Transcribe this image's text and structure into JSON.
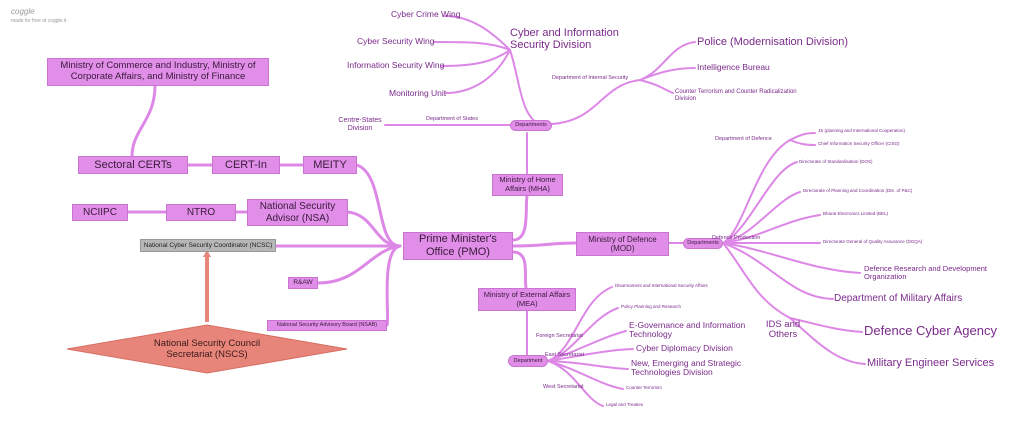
{
  "watermark": {
    "logo": "coggle",
    "tagline": "made for free at coggle.it"
  },
  "colors": {
    "node": "#e08ee8",
    "branch": "#dd88e6",
    "nscs": "#e8857a",
    "ncsc": "#b7b7b7",
    "text": "#7a2a8a"
  },
  "nodes": {
    "pmo": "Prime Minister's Office (PMO)",
    "ministry_commerce": "Ministry of Commerce and Industry, Ministry of Corporate Affairs, and Ministry of Finance",
    "sectoral_certs": "Sectoral CERTs",
    "cert_in": "CERT-In",
    "meity": "MEITY",
    "nciipc": "NCIIPC",
    "ntro": "NTRO",
    "nsa": "National Security Advisor (NSA)",
    "ncsc": "National Cyber Security Coordinator (NCSC)",
    "raw": "R&AW",
    "nsab": "National Security Advisory Board (NSAB)",
    "nscs": "National Security Council Secretariat (NSCS)",
    "mha": "Ministry of Home Affairs (MHA)",
    "mod": "Ministry of Defence (MOD)",
    "mea": "Ministry of External Affairs (MEA)",
    "departments_mha": "Departments",
    "departments_mod": "Departments",
    "department_mea": "Department"
  },
  "mha_branch": {
    "cyber_info_division": "Cyber and Information Security Division",
    "cyber_crime": "Cyber Crime Wing",
    "cyber_security": "Cyber Security Wing",
    "info_security": "Information Security Wing",
    "monitoring": "Monitoring Unit",
    "dept_internal_security": "Department of Internal Security",
    "police": "Police (Modernisation Division)",
    "ib": "Intelligence Bureau",
    "ctcr": "Counter Terrorism and Counter Radicalization Division",
    "dept_states": "Department of States",
    "centre_states": "Centre-States Division"
  },
  "mod_branch": {
    "dept_defence": "Department of Defence",
    "js_planning": "JS (planning and International Cooperation)",
    "ciso": "Chief Information Security Officer (CISO)",
    "dept_defence_production": "Defence Production",
    "dos": "Directorate of Standardisation (DOS)",
    "dpc": "Directorate of Planning and Coordination (Dte. of P&C)",
    "bel": "Bharat Electronics Limited (BEL)",
    "dgqa": "Directorate General of Quality Assurance (DGQA)",
    "drdo": "Defence Research and Development Organization",
    "dma": "Department of Military Affairs",
    "ids": "IDS and Others",
    "dca": "Defence Cyber Agency",
    "mes": "Military Engineer Services"
  },
  "mea_branch": {
    "foreign_secretariat": "Foreign Secretariat",
    "east_secretariat": "East Secretariat",
    "west_secretariat": "West Secretariat",
    "disarmament": "Disarmament and International Security Affairs",
    "policy_planning": "Policy Planning and Research",
    "egov": "E-Governance and Information Technology",
    "cyber_diplomacy": "Cyber Diplomacy Division",
    "nest": "New, Emerging and Strategic Technologies Division",
    "counter_terrorism": "Counter Terrorism",
    "legal": "Legal and Treaties"
  }
}
